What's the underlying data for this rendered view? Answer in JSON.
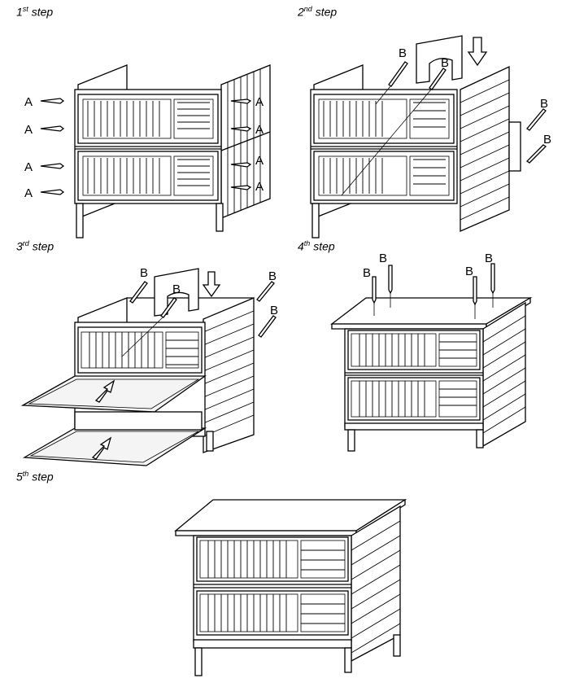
{
  "steps": [
    {
      "num": "1",
      "suffix": "st",
      "word": "step"
    },
    {
      "num": "2",
      "suffix": "nd",
      "word": "step"
    },
    {
      "num": "3",
      "suffix": "rd",
      "word": "step"
    },
    {
      "num": "4",
      "suffix": "th",
      "word": "step"
    },
    {
      "num": "5",
      "suffix": "th",
      "word": "step"
    }
  ],
  "labels": {
    "screw_a": "A",
    "screw_b": "B"
  },
  "colors": {
    "line": "#000000",
    "background": "#ffffff"
  }
}
